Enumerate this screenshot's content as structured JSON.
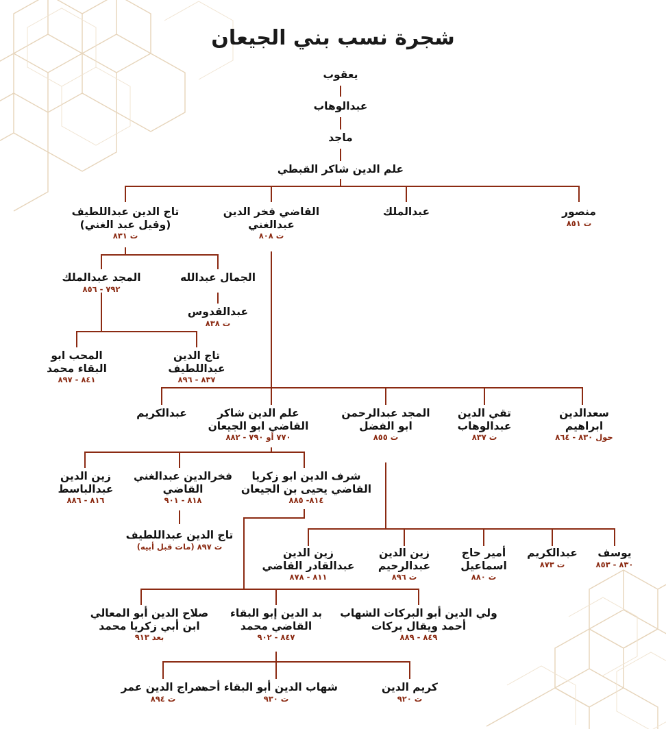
{
  "title": "شجرة نسب بني الجيعان",
  "colors": {
    "accent": "#8b2a12",
    "text": "#111111",
    "pattern": "#e6d4ba"
  },
  "tree": {
    "yaqub": "يعقوب",
    "abdulwahhab": "عبدالوهاب",
    "majid": "ماجد",
    "alam_shakir": "علم الدين شاكر القبطي",
    "mansur": {
      "name": "منصور",
      "date": "ت ٨٥١"
    },
    "abdulmalik": "عبدالملك",
    "qadi_fakhr": {
      "line1": "القاضي فخر الدين",
      "line2": "عبدالغني",
      "date": "ت ٨٠٨"
    },
    "taj_abdullatif": {
      "line1": "تاج الدين عبداللطيف",
      "line2": "(وقيل عبد الغني)",
      "date": "ت ٨٣١"
    },
    "jamal_abdullah": "الجمال عبدالله",
    "majd_abdulmalik": {
      "name": "المجد عبدالملك",
      "date": "٧٩٢ - ٨٥٦"
    },
    "abdulquddus": {
      "name": "عبدالقدوس",
      "date": "ت ٨٣٨"
    },
    "taj_abdullatif2": {
      "line1": "تاج الدين",
      "line2": "عبداللطيف",
      "date": "٨٣٧ - ٨٩٦"
    },
    "muhibb": {
      "line1": "المحب ابو",
      "line2": "البقاء محمد",
      "date": "٨٤١ - ٨٩٧"
    },
    "saad_ibrahim": {
      "line1": "سعدالدين",
      "line2": "ابراهيم",
      "date": "حول ٨٣٠ - ٨٦٤"
    },
    "taqi_abdulwahhab": {
      "line1": "تقي الدين",
      "line2": "عبدالوهاب",
      "date": "ت ٨٣٧"
    },
    "majd_abdulrahman": {
      "line1": "المجد عبدالرحمن",
      "line2": "ابو الفضل",
      "date": "ت ٨٥٥"
    },
    "alam_abu_jiaan": {
      "line1": "علم الدين شاكر",
      "line2": "القاضي ابو الجيعان",
      "date": "٧٧٠ أو ٧٩٠ - ٨٨٢"
    },
    "abdulkarim": "عبدالكريم",
    "sharaf_yahya": {
      "line1": "شرف الدين ابو زكريا",
      "line2": "القاضي يحيى بن الجيعان",
      "date": "٨١٤- ٨٨٥"
    },
    "fakhr_abdulghani": {
      "line1": "فخرالدين عبدالغني",
      "line2": "القاضي",
      "date": "٨١٨ - ٩٠١"
    },
    "zayn_abdulbasit": {
      "line1": "زين الدين",
      "line2": "عبدالباسط",
      "date": "٨١٦ - ٨٨٦"
    },
    "taj_abdullatif3": {
      "name": "تاج الدين عبداللطيف",
      "date": "ت ٨٩٧ (مات قبل أبيه)"
    },
    "yusuf": {
      "name": "يوسف",
      "date": "٨٣٠ - ٨٥٣"
    },
    "abdulkarim2": {
      "name": "عبدالكريم",
      "date": "ت ٨٧٣"
    },
    "amir_ismail": {
      "line1": "أمير حاج",
      "line2": "اسماعيل",
      "date": "ت ٨٨٠"
    },
    "zayn_abdulrahim": {
      "line1": "زين الدين",
      "line2": "عبدالرحيم",
      "date": "ت ٨٩٦"
    },
    "zayn_abdulqadir": {
      "line1": "زين الدين",
      "line2": "عبدالقادر القاضي",
      "date": "٨١١ - ٨٧٨"
    },
    "wali_ahmad": {
      "line1": "ولي الدين أبو البركات الشهاب",
      "line2": "أحمد ويقال بركات",
      "date": "٨٤٩ - ٨٨٩"
    },
    "badr_muhammad": {
      "line1": "بد الدين إبو البقاء",
      "line2": "القاضي محمد",
      "date": "٨٤٧ - ٩٠٢"
    },
    "salah_muhammad": {
      "line1": "صلاح الدين أبو المعالي",
      "line2": "ابن أبي زكريا محمد",
      "date": "بعد ٩١٣"
    },
    "karim": {
      "name": "كريم الدين",
      "date": "ت ٩٢٠"
    },
    "shihab_ahmad": {
      "name": "شهاب الدين أبو البقاء أحمد",
      "date": "ت ٩٣٠"
    },
    "siraj_umar": {
      "name": "سراج الدين عمر",
      "date": "ت ٨٩٤"
    }
  }
}
